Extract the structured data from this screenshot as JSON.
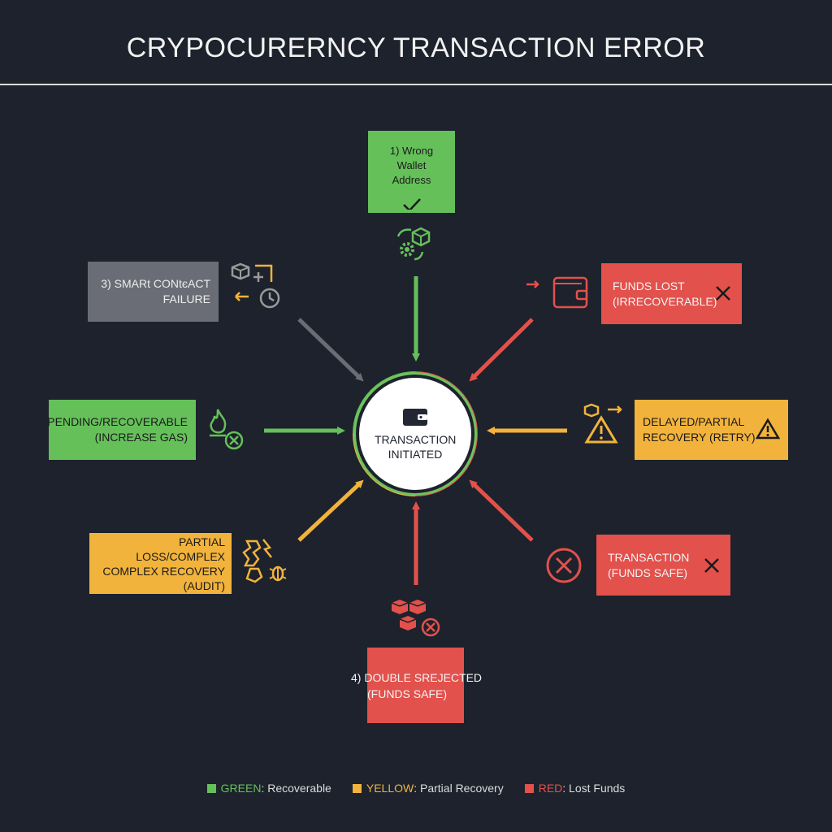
{
  "title": "CRYPOCURERNCY TRANSACTION ERROR",
  "colors": {
    "green": "#65c05a",
    "yellow": "#f2b33c",
    "red": "#e2514c",
    "gray": "#6a6d75",
    "background": "#1d222c"
  },
  "center": {
    "label": "TRANSACTION INITIATED",
    "icon": "wallet-icon"
  },
  "nodes": {
    "wrong_wallet": {
      "lines": [
        "1) Wrong Wallet",
        "Address"
      ],
      "icon": "checkmark-icon",
      "status": "green"
    },
    "smart_contract": {
      "lines": [
        "3) SMARt CONtєACT",
        "FAILURE"
      ],
      "status": "gray"
    },
    "funds_lost": {
      "lines": [
        "FUNDS LOST",
        "(IRRECOVERABLE)"
      ],
      "icon": "close-icon",
      "status": "red"
    },
    "pending": {
      "lines": [
        "PENDING/RECOVERABLE",
        "(INCREASE GAS)"
      ],
      "status": "green"
    },
    "delayed": {
      "lines": [
        "DELAYED/PARTIAL",
        "RECOVERY (RETRY)"
      ],
      "icon": "warning-icon",
      "status": "yellow"
    },
    "partial_loss": {
      "lines": [
        "PARTIAL LOSS/COMPLEX",
        "COMPLEX RECOVERY",
        "(AUDIT)"
      ],
      "status": "yellow"
    },
    "transaction_safe": {
      "lines": [
        "TRANSACTION",
        "(FUNDS SAFE)"
      ],
      "icon": "close-icon",
      "status": "red"
    },
    "double_spend": {
      "lines": [
        "4) DOUBLE SREJECTED",
        "(FUNDS SAFE)"
      ],
      "status": "red"
    }
  },
  "legend": [
    {
      "key": "GREEN",
      "text": ": Recoverable",
      "color": "#65c05a"
    },
    {
      "key": "YELLOW",
      "text": ": Partial Recovery",
      "color": "#f2b33c"
    },
    {
      "key": "RED",
      "text": ": Lost Funds",
      "color": "#e2514c"
    }
  ]
}
